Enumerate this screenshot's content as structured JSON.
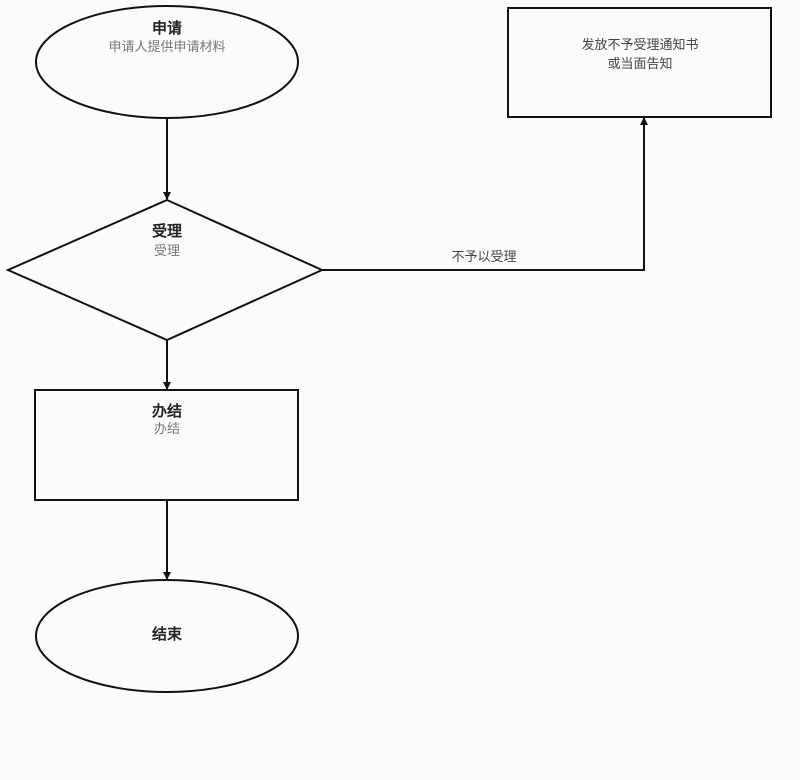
{
  "nodes": {
    "apply": {
      "title": "申请",
      "subtitle": "申请人提供申请材料"
    },
    "accept": {
      "title": "受理",
      "subtitle": "受理"
    },
    "conclude": {
      "title": "办结",
      "subtitle": "办结"
    },
    "end": {
      "title": "结束"
    },
    "reject": {
      "line1": "发放不予受理通知书",
      "line2": "或当面告知"
    }
  },
  "edges": {
    "reject_label": "不予以受理"
  }
}
